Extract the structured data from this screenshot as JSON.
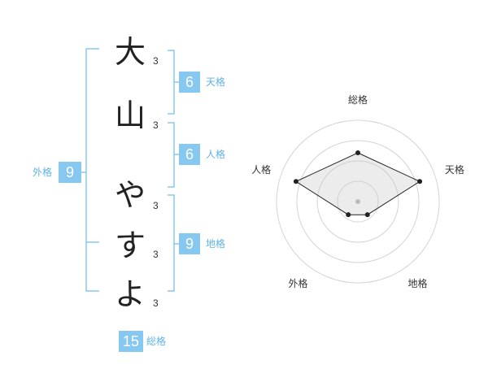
{
  "name": {
    "chars": [
      {
        "char": "大",
        "strokes": "3"
      },
      {
        "char": "山",
        "strokes": "3"
      },
      {
        "char": "や",
        "strokes": "3"
      },
      {
        "char": "す",
        "strokes": "3"
      },
      {
        "char": "よ",
        "strokes": "3"
      }
    ]
  },
  "kakusu": {
    "tenkaku": {
      "value": "6",
      "label": "天格"
    },
    "jinkaku": {
      "value": "6",
      "label": "人格"
    },
    "chikaku": {
      "value": "9",
      "label": "地格"
    },
    "gaikaku": {
      "value": "9",
      "label": "外格"
    },
    "soukaku": {
      "value": "15",
      "label": "総格"
    }
  },
  "radar": {
    "axes": [
      "総格",
      "天格",
      "地格",
      "外格",
      "人格"
    ],
    "levels": 4,
    "values": [
      3,
      4,
      1,
      1,
      4
    ],
    "max": 5
  },
  "colors": {
    "accent": "#87c8f0",
    "bracket": "#87c8f0",
    "label": "#5fb3e6"
  }
}
